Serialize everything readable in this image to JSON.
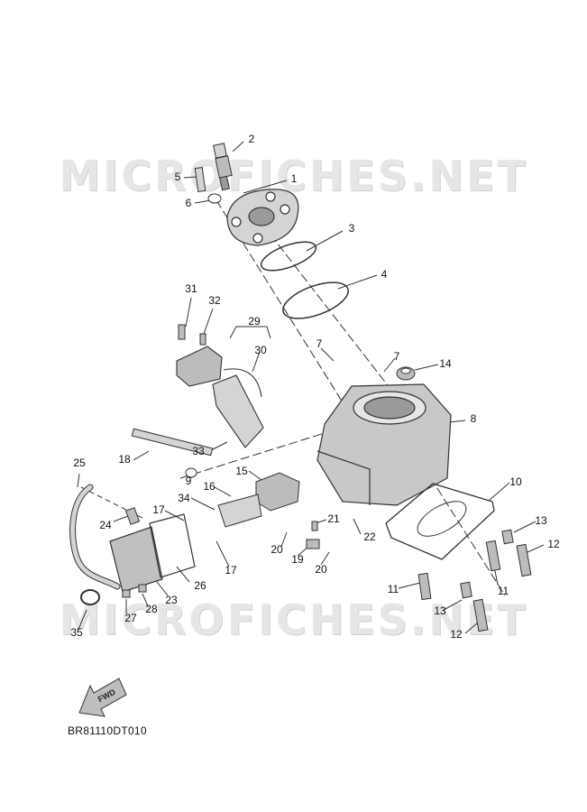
{
  "watermark": {
    "text": "MICROFICHES.NET"
  },
  "diagram_code": "BR81110DT010",
  "fwd_label": "FWD",
  "callouts": [
    "1",
    "2",
    "3",
    "4",
    "5",
    "6",
    "7",
    "7",
    "8",
    "9",
    "10",
    "11",
    "11",
    "12",
    "12",
    "13",
    "13",
    "14",
    "15",
    "16",
    "17",
    "17",
    "18",
    "19",
    "20",
    "20",
    "21",
    "22",
    "23",
    "24",
    "25",
    "26",
    "27",
    "28",
    "29",
    "30",
    "31",
    "32",
    "33",
    "34",
    "35"
  ],
  "colors": {
    "line": "#333333",
    "part_fill": "#d4d4d4",
    "part_dark": "#9a9a9a",
    "watermark": "#e6e6e6"
  }
}
